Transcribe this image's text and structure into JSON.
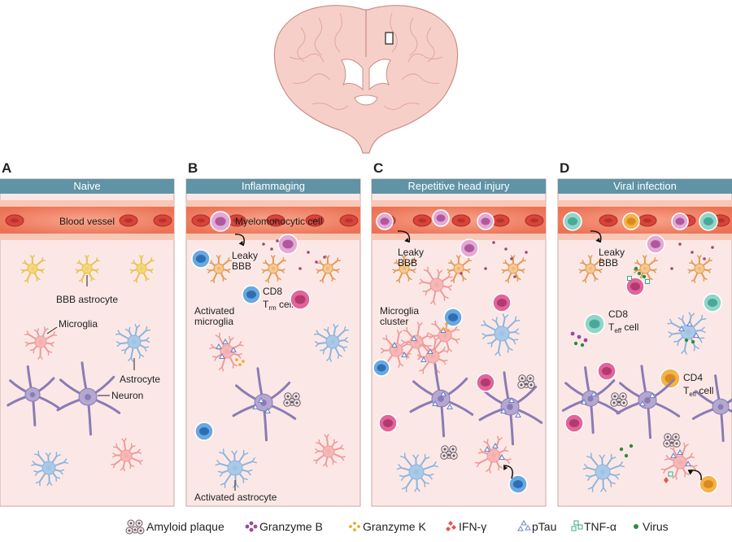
{
  "panels": [
    {
      "letter": "A",
      "title": "Naive",
      "labels": {
        "vessel": "Blood vessel",
        "bbb_astrocyte": "BBB astrocyte",
        "microglia": "Microglia",
        "astrocyte": "Astrocyte",
        "neuron": "Neuron"
      }
    },
    {
      "letter": "B",
      "title": "Inflammaging",
      "labels": {
        "myelo": "Myelomonocytic cell",
        "leaky1": "Leaky",
        "leaky2": "BBB",
        "cd8": "CD8",
        "trm": "T",
        "trm_sub": "rm",
        "trm_tail": "cell",
        "activated_microglia1": "Activated",
        "activated_microglia2": "microglia",
        "activated_astrocyte": "Activated astrocyte"
      }
    },
    {
      "letter": "C",
      "title": "Repetitive head injury",
      "labels": {
        "leaky1": "Leaky",
        "leaky2": "BBB",
        "cluster1": "Microglia",
        "cluster2": "cluster"
      }
    },
    {
      "letter": "D",
      "title": "Viral infection",
      "labels": {
        "leaky1": "Leaky",
        "leaky2": "BBB",
        "cd8": "CD8",
        "teff": "T",
        "teff_sub": "eff",
        "teff_tail": "cell",
        "cd4": "CD4",
        "teff2": "T",
        "teff2_sub": "eff",
        "teff2_tail": "cell"
      }
    }
  ],
  "legend": [
    {
      "name": "Amyloid plaque",
      "icon": "amyloid-plaque-icon"
    },
    {
      "name": "Granzyme B",
      "icon": "granzyme-b-icon"
    },
    {
      "name": "Granzyme K",
      "icon": "granzyme-k-icon"
    },
    {
      "name": "IFN-γ",
      "icon": "ifn-gamma-icon"
    },
    {
      "name": "pTau",
      "icon": "ptau-icon"
    },
    {
      "name": "TNF-α",
      "icon": "tnf-alpha-icon"
    },
    {
      "name": "Virus",
      "icon": "virus-icon"
    }
  ],
  "colors": {
    "header": "#5f93a5",
    "tissue": "#fbe8e6",
    "vessel": "#f0866a",
    "rbc": "#d9433a",
    "astro_yellow": "#f5d77a",
    "microglia": "#f4a7a8",
    "neuron": "#a99bc6",
    "astrocyte_blue": "#a9c9e8",
    "brain": "#f6cfc8",
    "granzyme_b": "#9b4a9e",
    "granzyme_k": "#f5a623",
    "ifn": "#e2574c",
    "ptau": "#6c84c4",
    "tnf": "#3aa884",
    "virus": "#2e8b3d"
  }
}
